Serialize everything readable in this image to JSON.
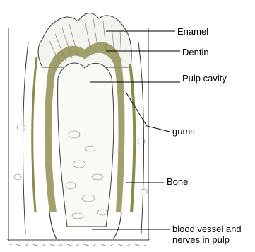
{
  "labels": {
    "enamel": "Enamel",
    "dentin": "Dentin",
    "pulp_cavity": "Pulp cavity",
    "gums": "gums",
    "bone": "Bone",
    "blood_vessel_line1": "blood vessel and",
    "blood_vessel_line2": "nerves in pulp"
  },
  "colors": {
    "ink": "#3a3a3a",
    "dentin_band": "#8a8a4a",
    "background": "#ffffff"
  }
}
